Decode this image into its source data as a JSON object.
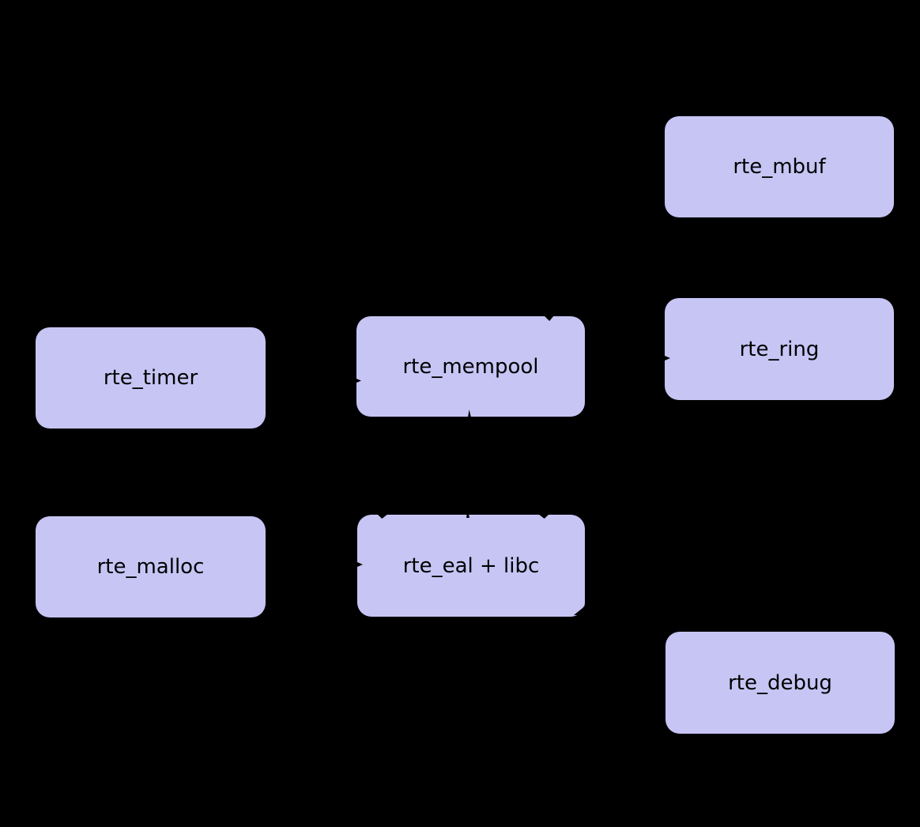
{
  "colors": {
    "background": "#000000",
    "node_fill": "#c6c5f4",
    "node_text": "#000000"
  },
  "diagram": {
    "description": "component-diagram",
    "nodes": [
      {
        "id": "rte_mbuf",
        "label": "rte_mbuf"
      },
      {
        "id": "rte_ring",
        "label": "rte_ring"
      },
      {
        "id": "rte_timer",
        "label": "rte_timer"
      },
      {
        "id": "rte_mempool",
        "label": "rte_mempool"
      },
      {
        "id": "rte_malloc",
        "label": "rte_malloc"
      },
      {
        "id": "rte_eal_libc",
        "label": "rte_eal + libc"
      },
      {
        "id": "rte_debug",
        "label": "rte_debug"
      }
    ]
  }
}
